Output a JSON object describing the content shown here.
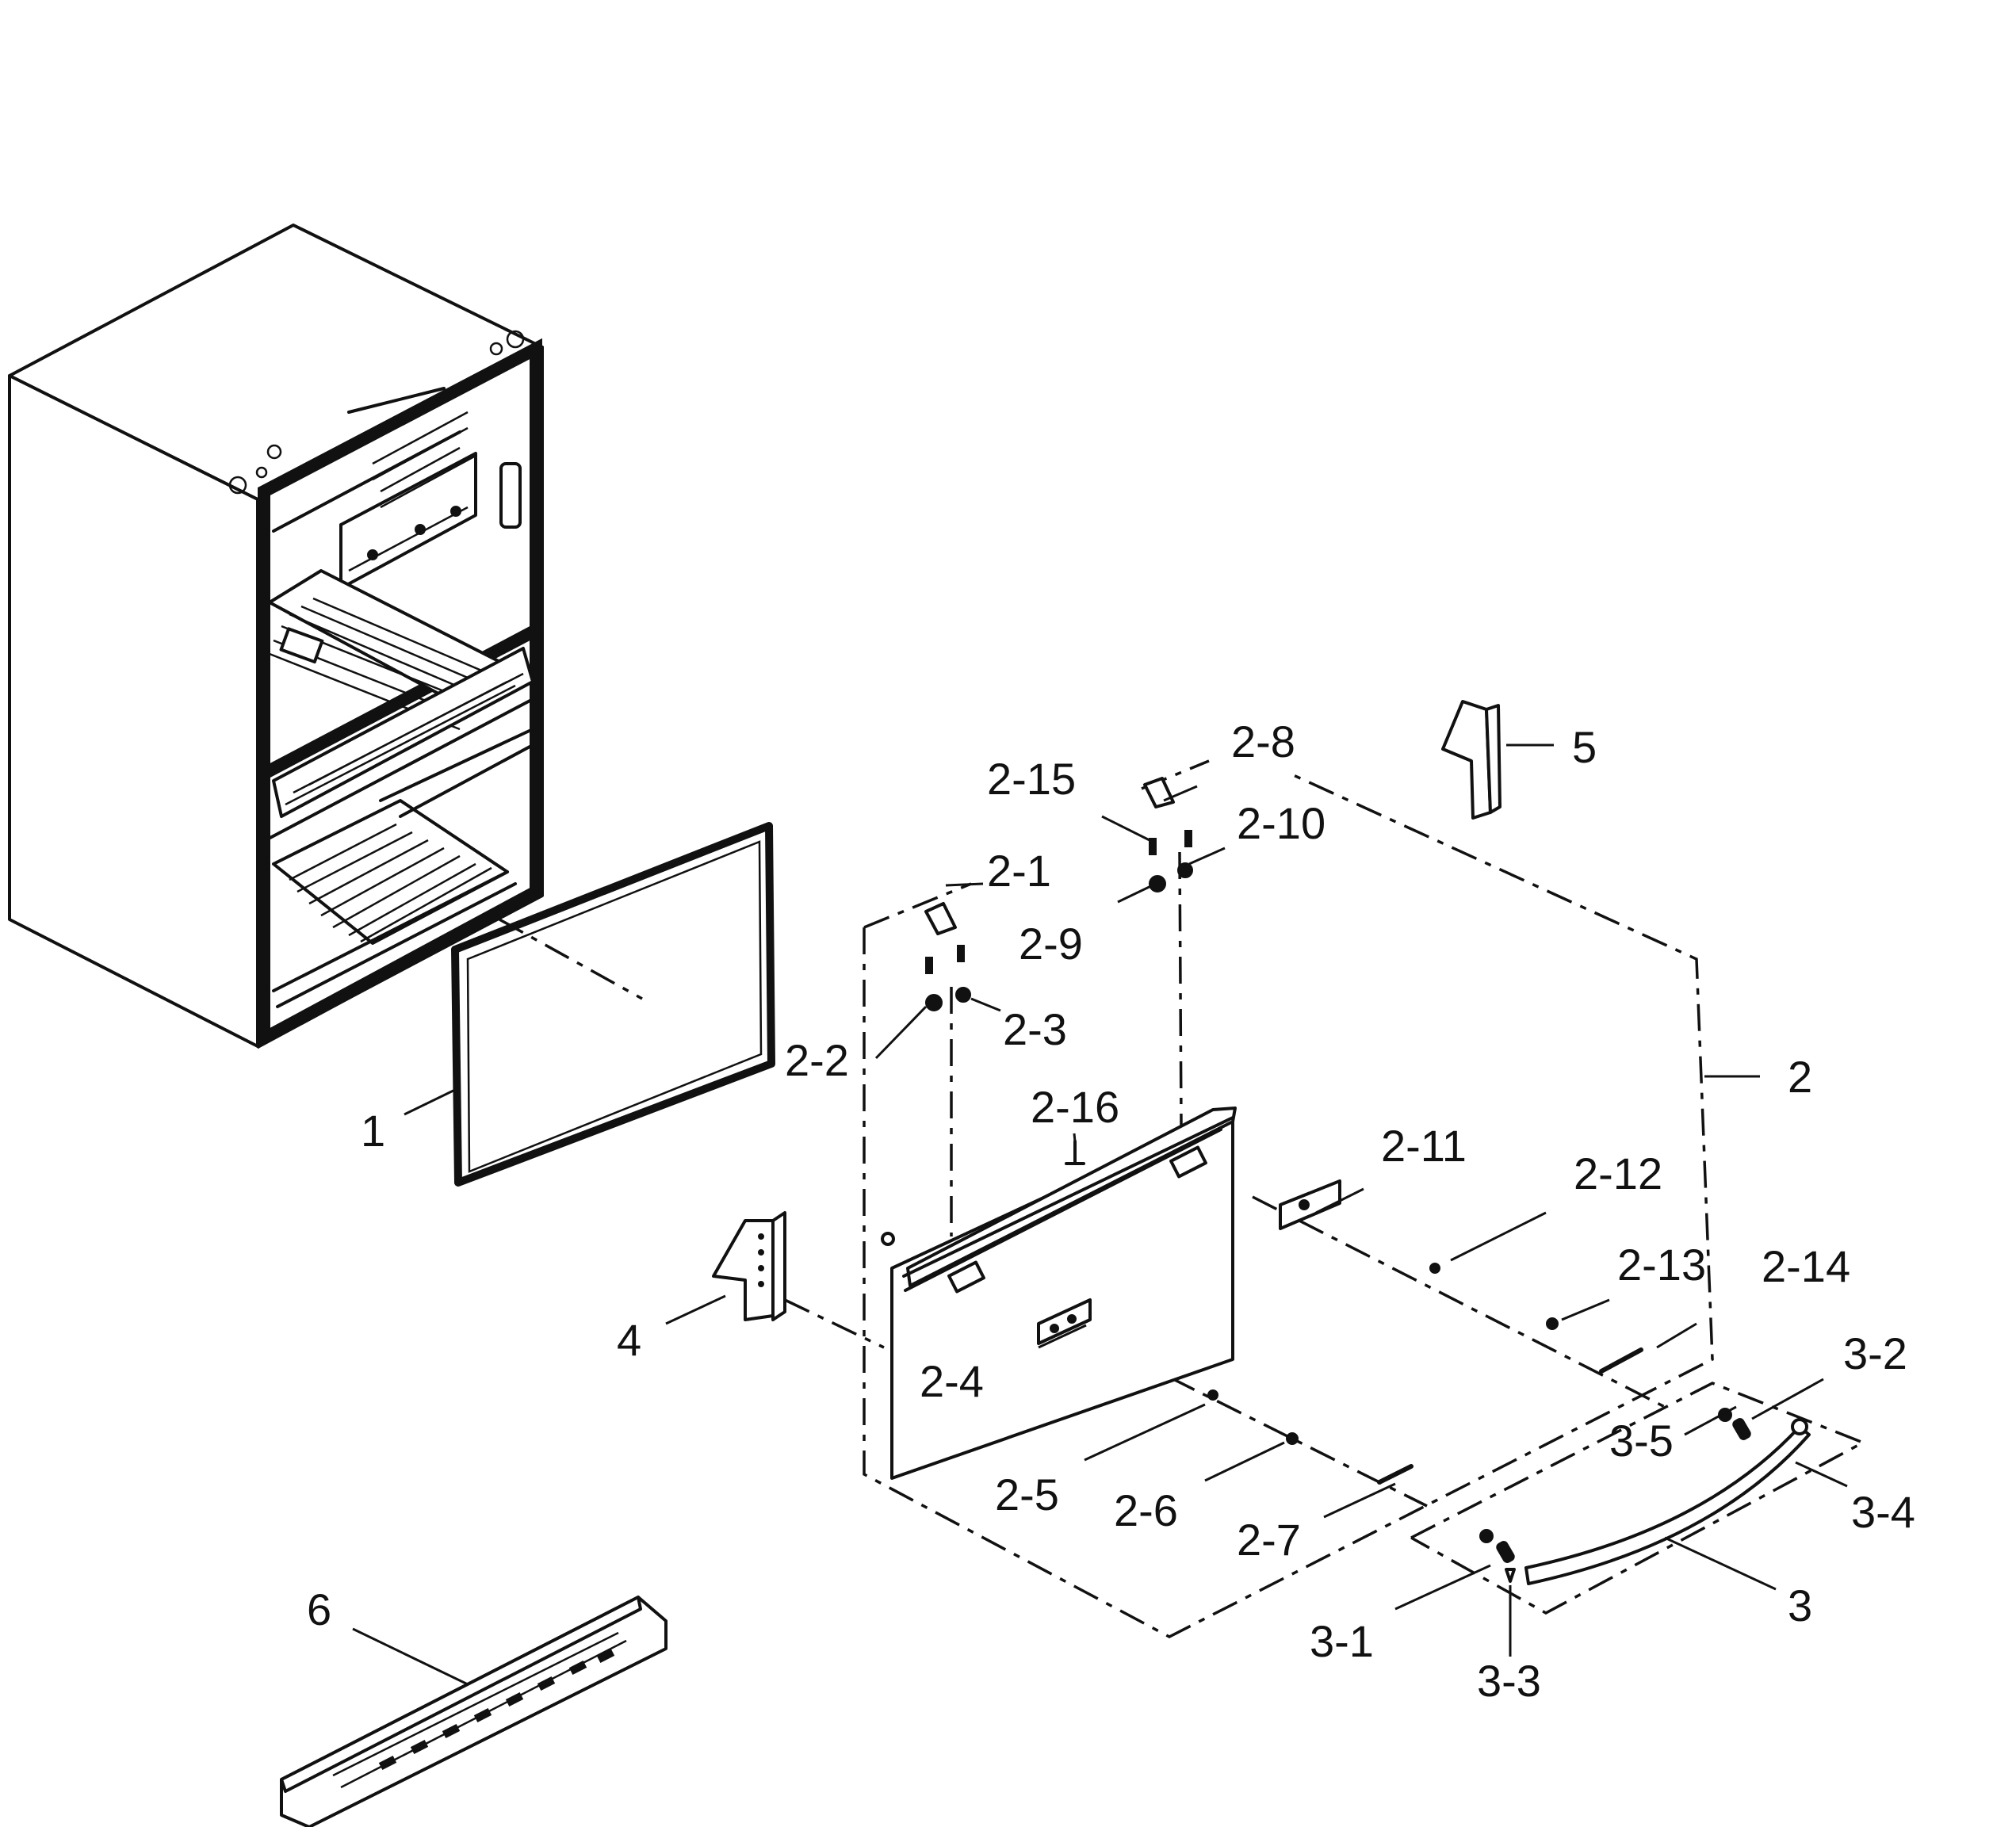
{
  "diagram": {
    "callouts": [
      "1",
      "2",
      "2-1",
      "2-2",
      "2-3",
      "2-4",
      "2-5",
      "2-6",
      "2-7",
      "2-8",
      "2-9",
      "2-10",
      "2-11",
      "2-12",
      "2-13",
      "2-14",
      "2-15",
      "2-16",
      "3",
      "3-1",
      "3-2",
      "3-3",
      "3-4",
      "3-5",
      "4",
      "5",
      "6"
    ]
  }
}
